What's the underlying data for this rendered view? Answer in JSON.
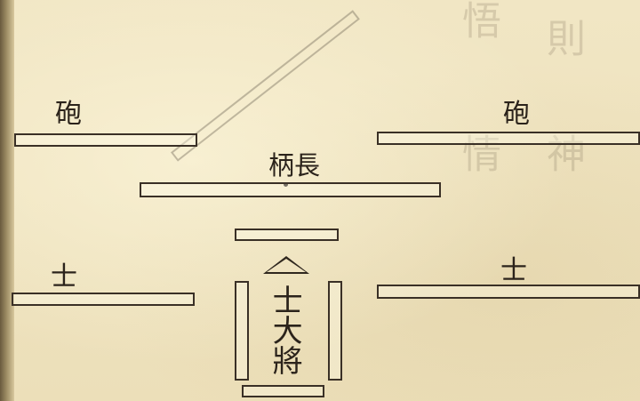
{
  "page": {
    "labels": {
      "pao_left": "砲",
      "pao_right": "砲",
      "changbing": "柄長",
      "shi_left": "士",
      "shi_right": "士",
      "dajiang": "士大將"
    },
    "colors": {
      "paper": "#efe3c0",
      "ink": "#2b231b",
      "binding": "#6a5a3e"
    }
  }
}
